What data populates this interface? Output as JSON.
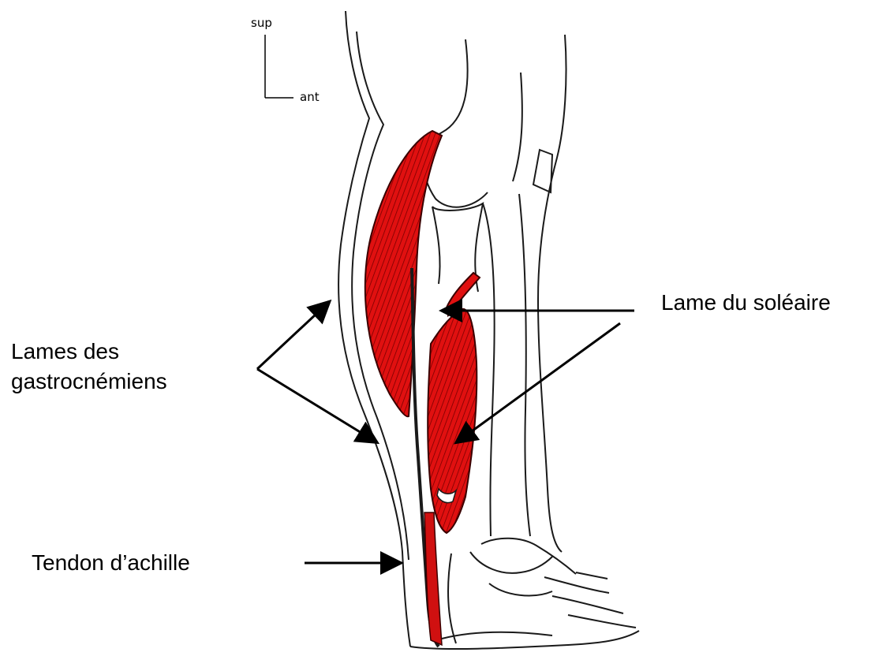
{
  "orientation": {
    "sup": "sup",
    "ant": "ant"
  },
  "labels": {
    "lame_soleaire": "Lame du soléaire",
    "lames_gastro_line1": "Lames des",
    "lames_gastro_line2": "gastrocnémiens",
    "tendon_achille": "Tendon d’achille"
  },
  "colors": {
    "muscle": "#e01010",
    "muscle_fiber": "#7a0000",
    "outline": "#1a1a1a",
    "arrow": "#000000"
  }
}
